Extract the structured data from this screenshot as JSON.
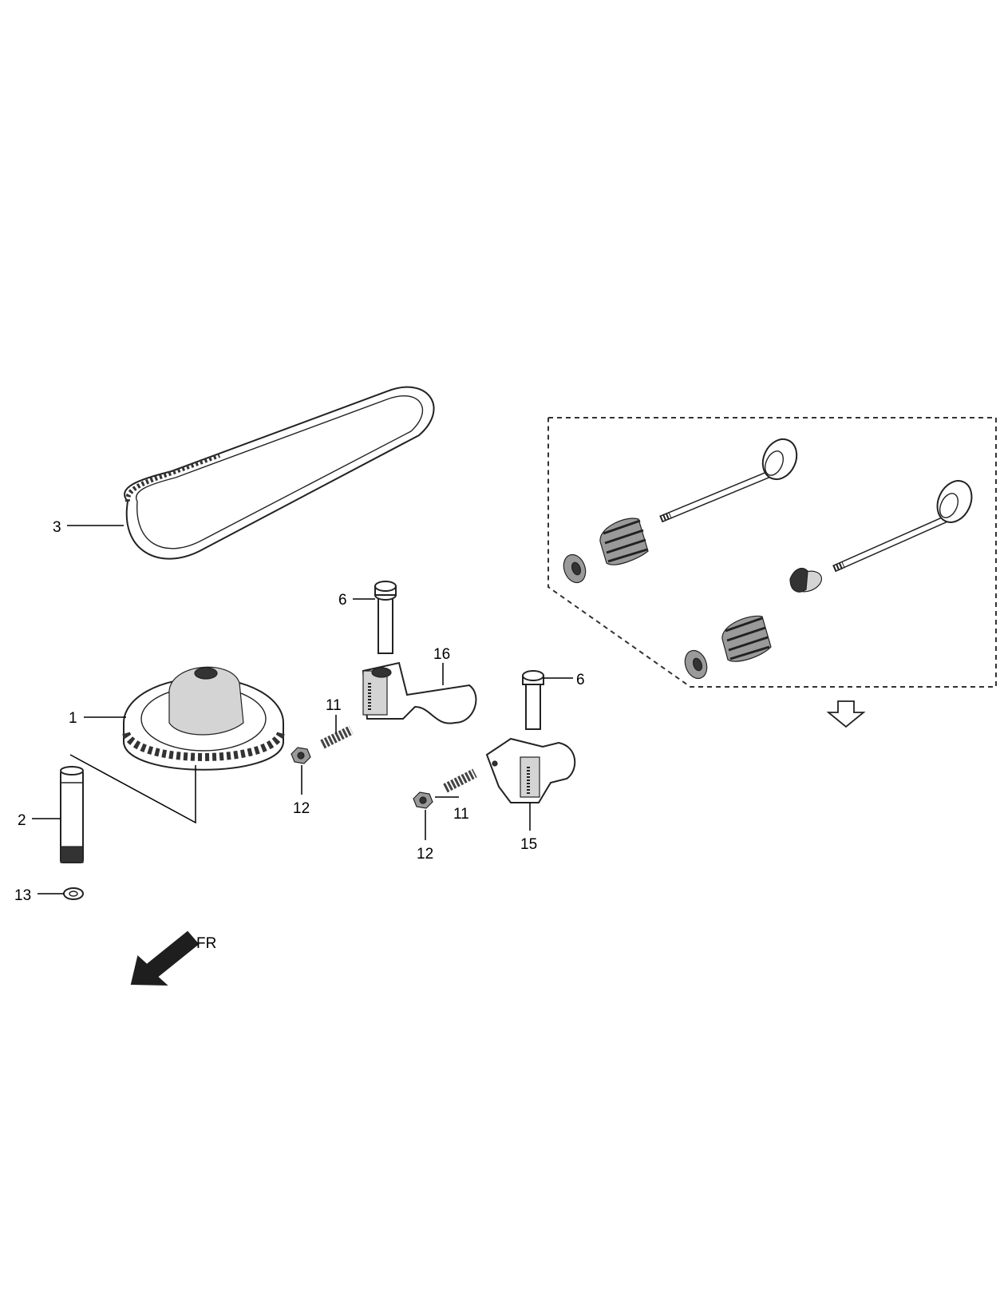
{
  "callouts": {
    "c1": "1",
    "c2": "2",
    "c3": "3",
    "c6a": "6",
    "c6b": "6",
    "c11a": "11",
    "c11b": "11",
    "c12a": "12",
    "c12b": "12",
    "c13": "13",
    "c15": "15",
    "c16": "16"
  },
  "direction_label": "FR"
}
